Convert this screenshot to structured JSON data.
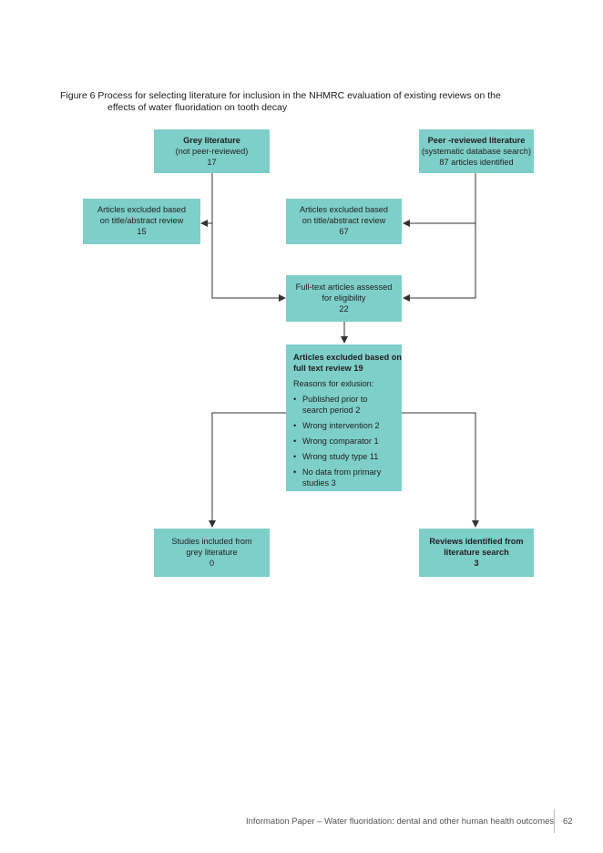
{
  "caption": {
    "line1": "Figure 6 Process for selecting literature for inclusion in the NHMRC evaluation of existing reviews on the",
    "line2": "effects of water fluoridation on tooth decay"
  },
  "boxes": {
    "grey": {
      "title": "Grey literature",
      "line2": "(not peer-reviewed)",
      "line3": "17"
    },
    "peer": {
      "title": "Peer -reviewed literature",
      "line2": "(systematic database search)",
      "line3": "87 articles identified"
    },
    "excl_grey": {
      "line1": "Articles excluded based",
      "line2": "on title/abstract review",
      "line3": "15"
    },
    "excl_peer": {
      "line1": "Articles excluded based",
      "line2": "on title/abstract review",
      "line3": "67"
    },
    "fulltext": {
      "line1": "Full-text articles assessed",
      "line2": "for eligibility",
      "line3": "22"
    },
    "excl_full": {
      "title1": "Articles excluded based on",
      "title2": "full text review 19",
      "reasons_label": "Reasons for exlusion:",
      "reasons": [
        "Published prior to search period 2",
        "Wrong intervention 2",
        "Wrong comparator 1",
        "Wrong study type 11",
        "No data from primary studies 3"
      ]
    },
    "studies_grey": {
      "line1": "Studies included from",
      "line2": "grey literature",
      "line3": "0"
    },
    "reviews": {
      "title1": "Reviews identified from",
      "title2": "literature search",
      "line3": "3"
    }
  },
  "footer": {
    "text": "Information Paper – Water fluoridation: dental and other human health outcomes",
    "page": "62"
  },
  "colors": {
    "box": "#7ecfc9",
    "line": "#333333"
  }
}
